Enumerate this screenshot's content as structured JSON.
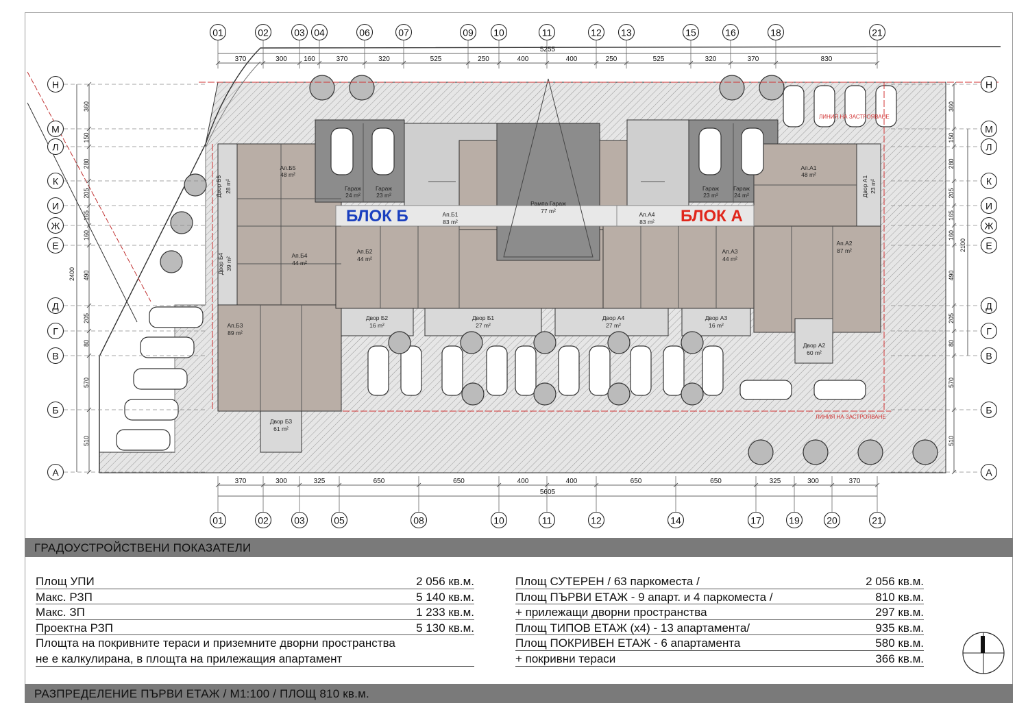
{
  "grid": {
    "top_columns": [
      "01",
      "02",
      "03",
      "04",
      "06",
      "07",
      "09",
      "10",
      "11",
      "12",
      "13",
      "15",
      "16",
      "18",
      "21"
    ],
    "bottom_columns": [
      "01",
      "02",
      "03",
      "05",
      "08",
      "10",
      "11",
      "12",
      "14",
      "17",
      "19",
      "20",
      "21"
    ],
    "rows_left": [
      "Н",
      "М",
      "Л",
      "К",
      "И",
      "Ж",
      "Е",
      "Д",
      "Г",
      "В",
      "Б",
      "А"
    ],
    "rows_right": [
      "Н",
      "М",
      "Л",
      "К",
      "И",
      "Ж",
      "Е",
      "Д",
      "Г",
      "В",
      "Б",
      "А"
    ]
  },
  "dimensions": {
    "top_total": "5255",
    "top": [
      "370",
      "300",
      "160",
      "370",
      "320",
      "525",
      "250",
      "400",
      "400",
      "250",
      "525",
      "320",
      "370",
      "830"
    ],
    "bottom_total": "5605",
    "bottom": [
      "370",
      "300",
      "325",
      "650",
      "650",
      "400",
      "400",
      "650",
      "650",
      "325",
      "300",
      "370"
    ],
    "left_total": "2400",
    "left": [
      "360",
      "150",
      "280",
      "205",
      "165",
      "160",
      "490",
      "205",
      "80",
      "570",
      "510"
    ],
    "right_total": "2100",
    "right": [
      "360",
      "150",
      "280",
      "205",
      "165",
      "160",
      "490",
      "205",
      "80",
      "570",
      "510"
    ]
  },
  "blocks": {
    "block_b": "БЛОК Б",
    "block_a": "БЛОК А"
  },
  "rooms": {
    "ramp": {
      "name": "Рампа Гараж",
      "area": "77 m²"
    },
    "garage_b1": {
      "name": "Гараж",
      "area": "24 m²"
    },
    "garage_b2": {
      "name": "Гараж",
      "area": "23 m²"
    },
    "garage_a1": {
      "name": "Гараж",
      "area": "23 m²"
    },
    "garage_a2": {
      "name": "Гараж",
      "area": "24 m²"
    },
    "ap_b5": {
      "name": "Ап.Б5",
      "area": "48 m²"
    },
    "ap_b4": {
      "name": "Ап.Б4",
      "area": "44 m²"
    },
    "ap_b3": {
      "name": "Ап.Б3",
      "area": "89 m²"
    },
    "ap_b2": {
      "name": "Ап.Б2",
      "area": "44 m²"
    },
    "ap_b1": {
      "name": "Ап.Б1",
      "area": "83 m²"
    },
    "ap_a4": {
      "name": "Ап.А4",
      "area": "83 m²"
    },
    "ap_a3": {
      "name": "Ап.А3",
      "area": "44 m²"
    },
    "ap_a1": {
      "name": "Ап.А1",
      "area": "48 m²"
    },
    "ap_a2": {
      "name": "Ап.А2",
      "area": "87 m²"
    },
    "dvor_b5": {
      "name": "Двор Б5",
      "area": "28 m²"
    },
    "dvor_b4": {
      "name": "Двор Б4",
      "area": "39 m²"
    },
    "dvor_b3": {
      "name": "Двор Б3",
      "area": "61 m²"
    },
    "dvor_b2": {
      "name": "Двор Б2",
      "area": "16 m²"
    },
    "dvor_b1": {
      "name": "Двор Б1",
      "area": "27 m²"
    },
    "dvor_a4": {
      "name": "Двор А4",
      "area": "27 m²"
    },
    "dvor_a3": {
      "name": "Двор А3",
      "area": "16 m²"
    },
    "dvor_a2": {
      "name": "Двор А2",
      "area": "60 m²"
    },
    "dvor_a1": {
      "name": "Двор А1",
      "area": "23 m²"
    }
  },
  "building_line_label": "ЛИНИЯ НА ЗАСТРОЯВАНЕ",
  "colors": {
    "block_b": "#1a3fbf",
    "block_a": "#e0261b",
    "apartment": "#b9aea6",
    "garage": "#8c8c8c",
    "yard": "#d9d9d9",
    "bar": "#7a7a7a"
  },
  "section_title": "ГРАДОУСТРОЙСТВЕНИ ПОКАЗАТЕЛИ",
  "left_table": [
    {
      "label": "Площ УПИ",
      "value": "2 056 кв.м."
    },
    {
      "label": "Макс. РЗП",
      "value": "5 140 кв.м."
    },
    {
      "label": "Макс. ЗП",
      "value": "1 233 кв.м."
    },
    {
      "label": "Проектна РЗП",
      "value": "5 130 кв.м."
    }
  ],
  "left_note": [
    "Площта на покривните тераси и приземните дворни пространства",
    "не е калкулирана, в площта на прилежащия апартамент"
  ],
  "right_table": [
    {
      "label": "Площ СУТЕРЕН / 63 паркоместа /",
      "value": "2 056 кв.м."
    },
    {
      "label": "Площ ПЪРВИ ЕТАЖ - 9 апарт. и 4 паркоместа /",
      "value": "810 кв.м."
    },
    {
      "label": "+ прилежащи дворни пространства",
      "value": "297 кв.м."
    },
    {
      "label": "Площ ТИПОВ ЕТАЖ (х4) - 13 апартамента/",
      "value": "935 кв.м."
    },
    {
      "label": "Площ ПОКРИВЕН ЕТАЖ - 6 апартамента",
      "value": "580 кв.м."
    },
    {
      "label": "+ покривни тераси",
      "value": "366 кв.м."
    }
  ],
  "footer_title": "РАЗПРЕДЕЛЕНИЕ ПЪРВИ ЕТАЖ / М1:100 / ПЛОЩ 810 кв.м."
}
